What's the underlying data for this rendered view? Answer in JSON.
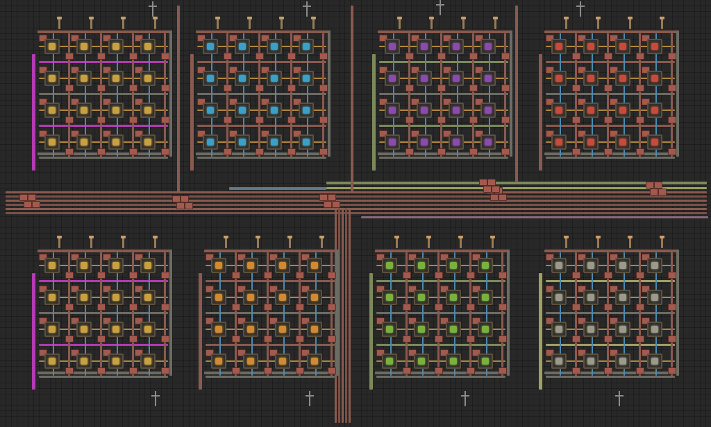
{
  "scene": {
    "game_view": "factory-block-layout",
    "palette": {
      "background": "#282828",
      "pipe_main": "#8a5a4e",
      "pipe_joint": "#a35a4e",
      "module_border": "#5c5040",
      "pole": "#9a7a55"
    },
    "pipe_colors": [
      "#8a5a4e",
      "#6c6c64",
      "#7c8a5a",
      "#5e7a8a",
      "#8a6a7c",
      "#b23bb2",
      "#9c6c54",
      "#a0a060"
    ],
    "blocks": [
      {
        "id": "block-top-1",
        "core_color": "#c8a040",
        "left_pipe": "#b23bb2"
      },
      {
        "id": "block-top-2",
        "core_color": "#3aa0c8",
        "left_pipe": "#8a5a4e"
      },
      {
        "id": "block-top-3",
        "core_color": "#8a4ab0",
        "left_pipe": "#7c8a5a"
      },
      {
        "id": "block-top-4",
        "core_color": "#c84a3a",
        "left_pipe": "#8a5a4e"
      },
      {
        "id": "block-bottom-1",
        "core_color": "#c8a040",
        "left_pipe": "#b23bb2"
      },
      {
        "id": "block-bottom-2",
        "core_color": "#d08a30",
        "left_pipe": "#8a5a4e"
      },
      {
        "id": "block-bottom-3",
        "core_color": "#7ab040",
        "left_pipe": "#7c8a5a"
      },
      {
        "id": "block-bottom-4",
        "core_color": "#9a9a8a",
        "left_pipe": "#a0a060"
      }
    ]
  }
}
